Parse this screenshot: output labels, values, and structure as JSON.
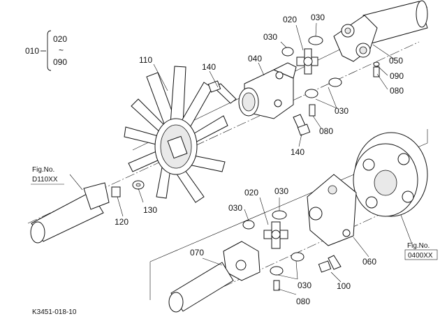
{
  "group_label": {
    "code": "010",
    "from": "020",
    "tilde": "~",
    "to": "090"
  },
  "callouts": [
    {
      "id": "c110a",
      "text": "110"
    },
    {
      "id": "c140a",
      "text": "140"
    },
    {
      "id": "c040",
      "text": "040"
    },
    {
      "id": "c020a",
      "text": "020"
    },
    {
      "id": "c030a",
      "text": "030"
    },
    {
      "id": "c030b",
      "text": "030"
    },
    {
      "id": "c050",
      "text": "050"
    },
    {
      "id": "c090",
      "text": "090"
    },
    {
      "id": "c080a",
      "text": "080"
    },
    {
      "id": "c030c",
      "text": "030"
    },
    {
      "id": "c080b",
      "text": "080"
    },
    {
      "id": "c140b",
      "text": "140"
    },
    {
      "id": "c130",
      "text": "130"
    },
    {
      "id": "c120",
      "text": "120"
    },
    {
      "id": "c020b",
      "text": "020"
    },
    {
      "id": "c030d",
      "text": "030"
    },
    {
      "id": "c030e",
      "text": "030"
    },
    {
      "id": "c060",
      "text": "060"
    },
    {
      "id": "c070",
      "text": "070"
    },
    {
      "id": "c030f",
      "text": "030"
    },
    {
      "id": "c080c",
      "text": "080"
    },
    {
      "id": "c100",
      "text": "100"
    }
  ],
  "fig_refs": [
    {
      "line1": "Fig.No.",
      "line2": "D110XX"
    },
    {
      "line1": "Fig.No.",
      "line2": "0400XX"
    }
  ],
  "drawing_code": "K3451-018-10"
}
